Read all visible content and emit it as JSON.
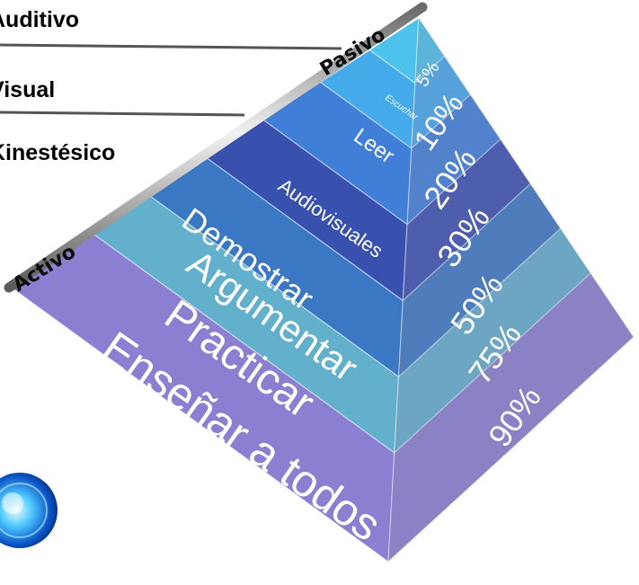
{
  "styles": [
    {
      "label": "Auditivo"
    },
    {
      "label": "Visual"
    },
    {
      "label": "Kinestésico"
    }
  ],
  "axis": {
    "passive": "Pasivo",
    "active": "Activo"
  },
  "levels": [
    {
      "label": "Escuchar",
      "percent": "5%",
      "color": "#4cc2ec"
    },
    {
      "label": "Leer",
      "percent": "10%",
      "color": "#44aaea"
    },
    {
      "label": "Audiovisuales",
      "percent": "20%",
      "color": "#3f7fd8"
    },
    {
      "label": "Demostrar",
      "percent": "30%",
      "color": "#3850ae"
    },
    {
      "label": "Argumentar",
      "percent": "50%",
      "color": "#3a78c4"
    },
    {
      "label": "Practicar",
      "percent": "75%",
      "color": "#62b0cc"
    },
    {
      "label": "Enseñar a todos",
      "percent": "90%",
      "color": "#8a7fd0"
    }
  ]
}
